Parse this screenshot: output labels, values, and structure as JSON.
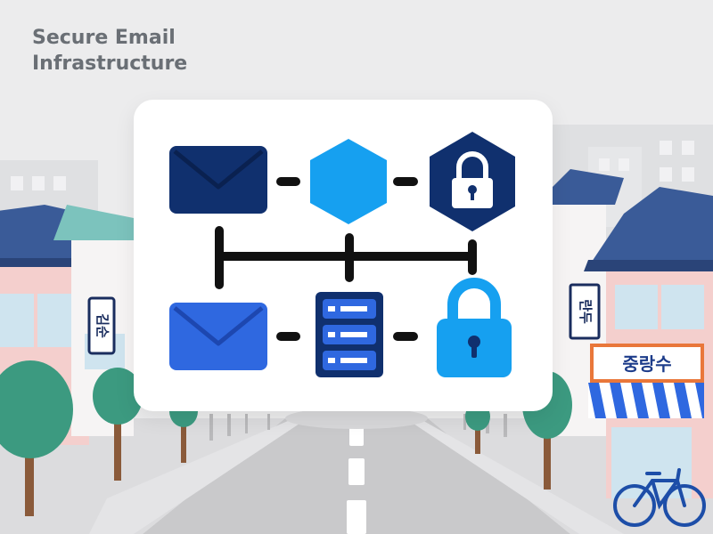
{
  "title": {
    "line1": "Secure Email",
    "line2": "Infrastructure"
  },
  "signs": {
    "left": "김순",
    "right": "란두",
    "shop": "중랑수"
  },
  "colors": {
    "background": "#e9e9ea",
    "navy": "#10306e",
    "blue": "#2f68e0",
    "light_blue": "#16a0f0",
    "connector": "#111111",
    "roof": "#3a5b98",
    "tree": "#3c9a80"
  },
  "diagram": {
    "nodes": [
      {
        "name": "envelope-navy-icon"
      },
      {
        "name": "hexagon-node-icon"
      },
      {
        "name": "lock-hexagon-icon"
      },
      {
        "name": "envelope-blue-icon"
      },
      {
        "name": "server-icon"
      },
      {
        "name": "padlock-icon"
      }
    ]
  }
}
